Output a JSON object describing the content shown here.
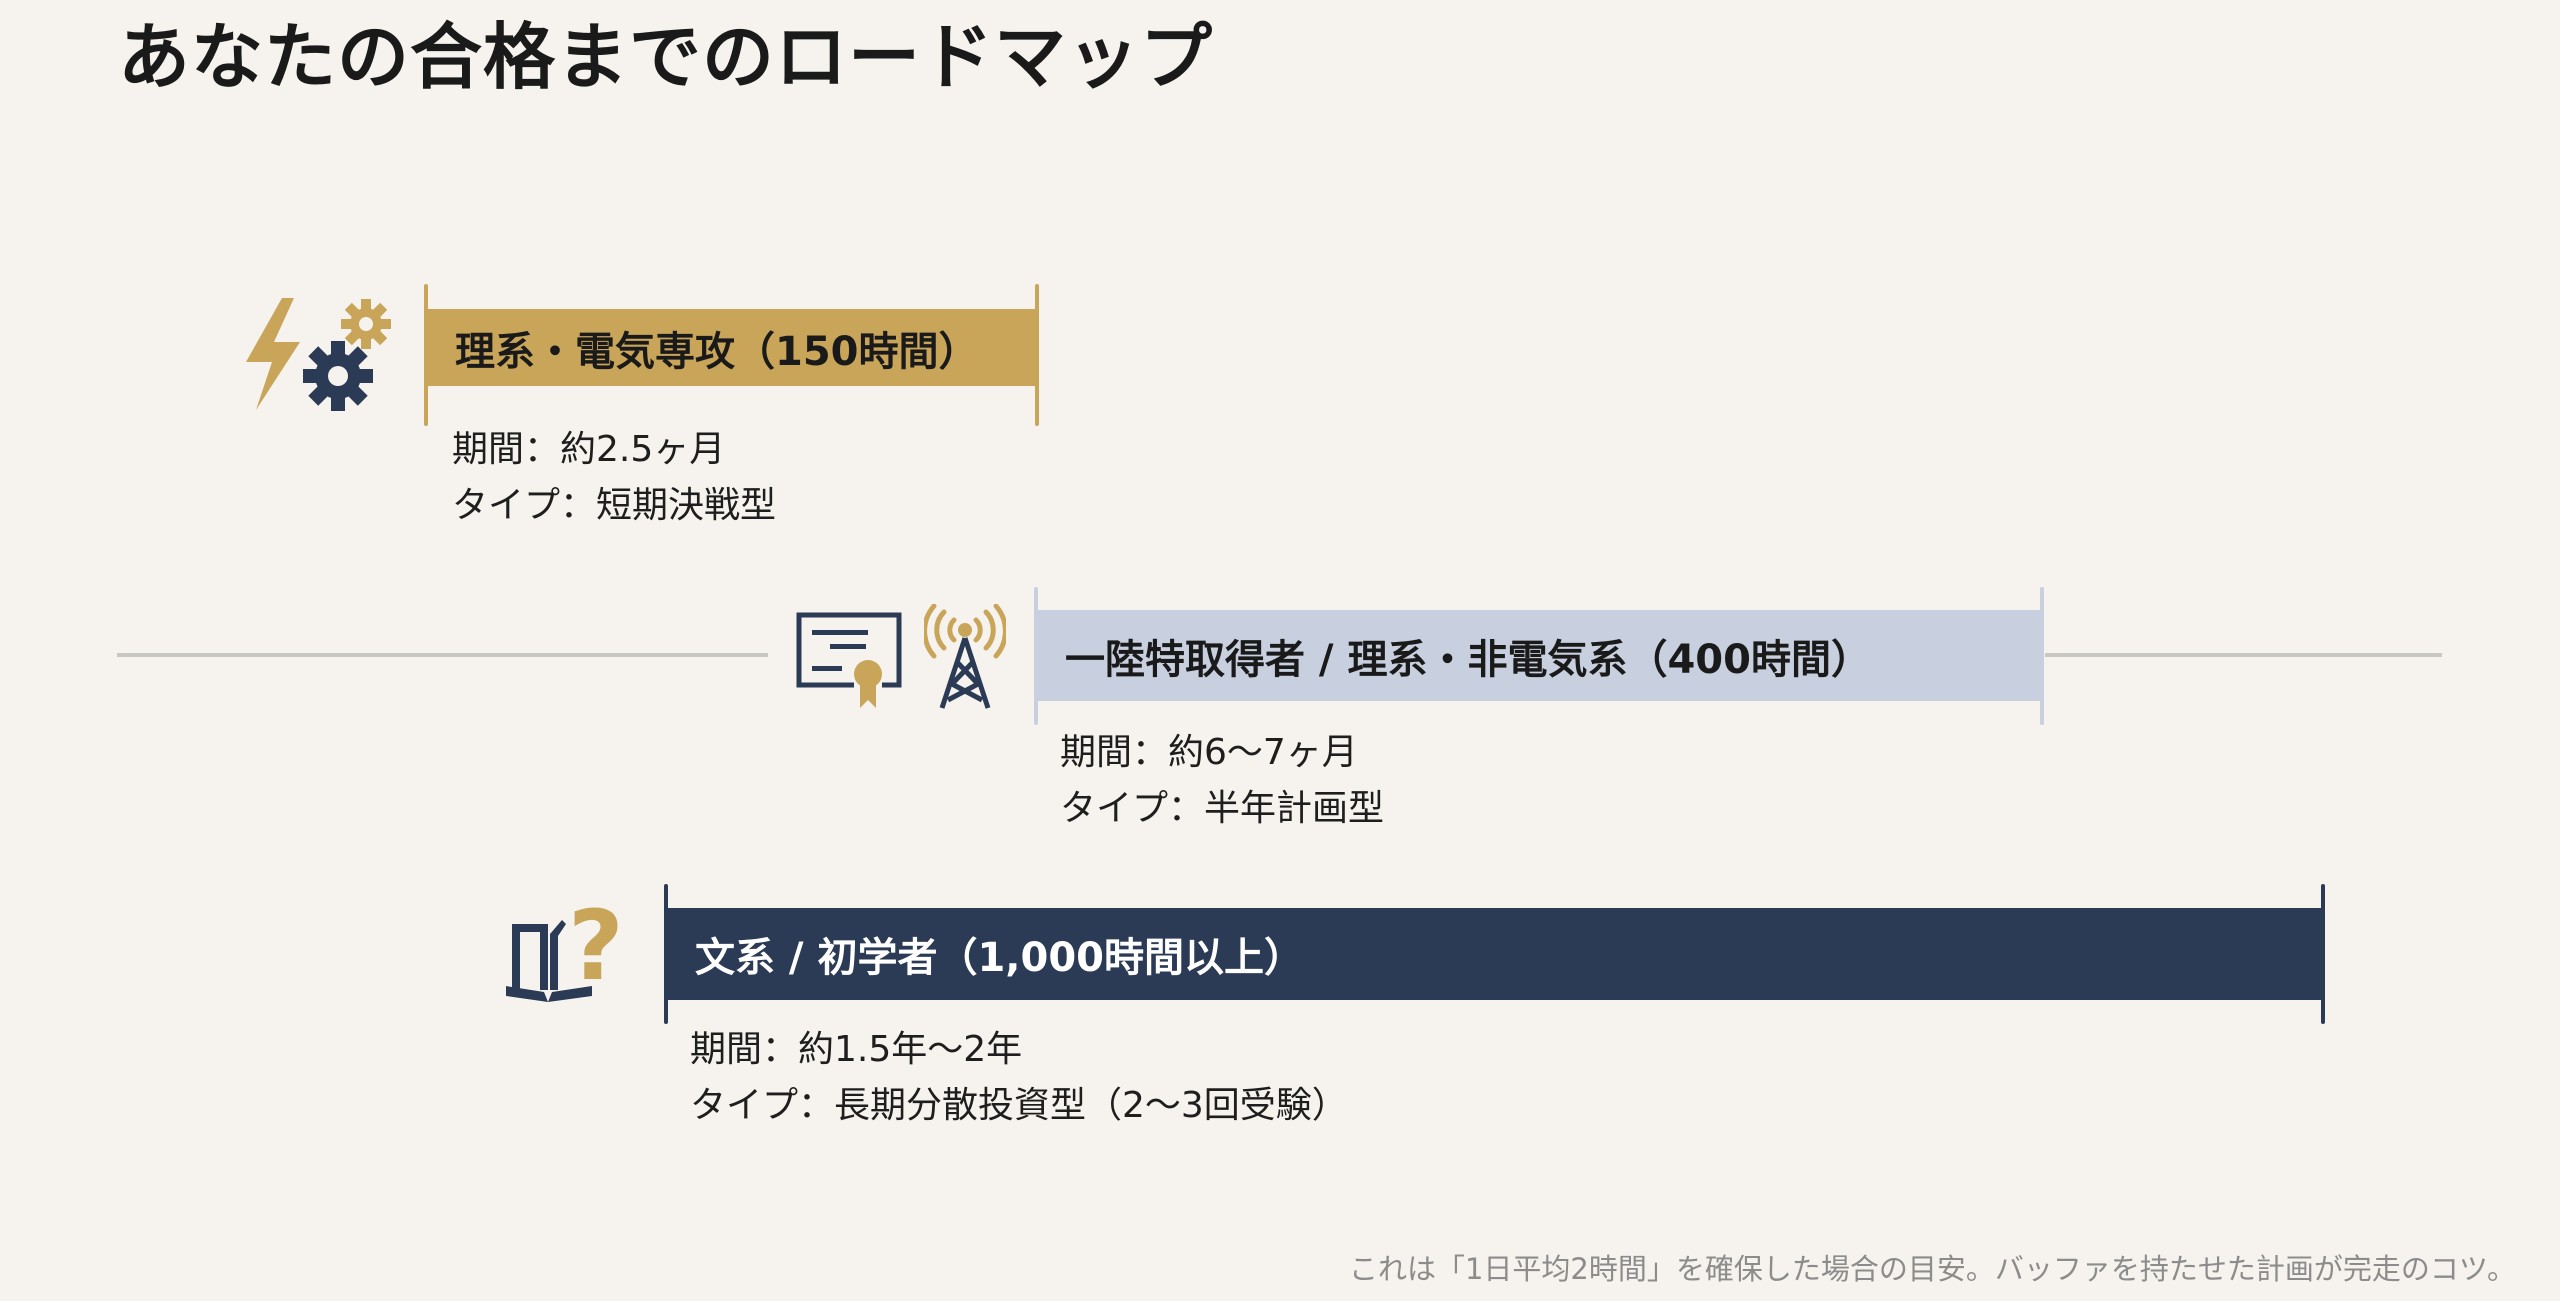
{
  "title": "あなたの合格までのロードマップ",
  "colors": {
    "background": "#F6F3EE",
    "gold": "#C9A55A",
    "light_blue": "#C8D0DF",
    "navy": "#2B3A55",
    "divider": "#C9C7C2",
    "footnote": "#8C8C8C"
  },
  "tracks": [
    {
      "label": "理系・電気専攻（150時間）",
      "hours": 150,
      "period": "期間：約2.5ヶ月",
      "type": "タイプ：短期決戦型",
      "icons": [
        "lightning-icon",
        "gear-icon",
        "small-gear-icon"
      ],
      "bar_color": "#C9A55A",
      "text_color": "#1A1A1A"
    },
    {
      "label": "一陸特取得者 / 理系・非電気系（400時間）",
      "hours": 400,
      "period": "期間：約6〜7ヶ月",
      "type": "タイプ：半年計画型",
      "icons": [
        "certificate-icon",
        "radio-tower-icon"
      ],
      "bar_color": "#C8D0DF",
      "text_color": "#1A1A1A"
    },
    {
      "label": "文系 / 初学者（1,000時間以上）",
      "hours": 1000,
      "period": "期間：約1.5年〜2年",
      "type": "タイプ：長期分散投資型（2〜3回受験）",
      "icons": [
        "open-book-icon",
        "question-mark-icon"
      ],
      "bar_color": "#2B3A55",
      "text_color": "#FFFFFF"
    }
  ],
  "footnote": "これは「1日平均2時間」を確保した場合の目安。バッファを持たせた計画が完走のコツ。"
}
